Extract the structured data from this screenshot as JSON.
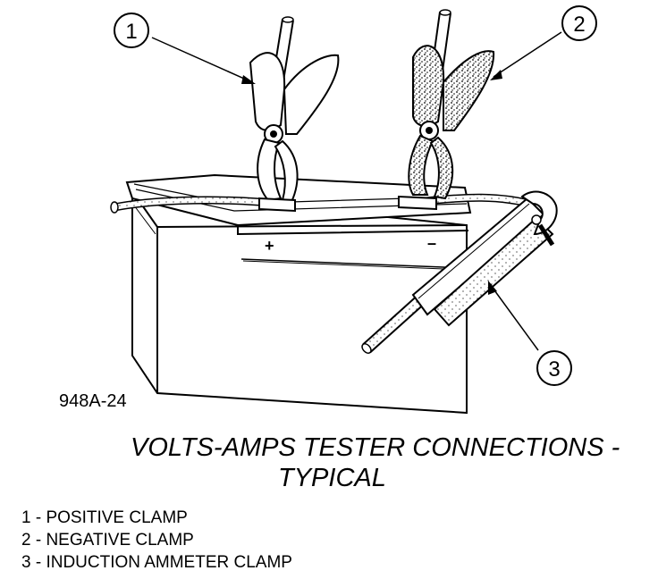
{
  "figure_code": "948A-24",
  "caption": {
    "line1": "VOLTS-AMPS TESTER CONNECTIONS -",
    "line2": "TYPICAL"
  },
  "callouts": [
    "1",
    "2",
    "3"
  ],
  "terminals": {
    "positive": "+",
    "negative": "–"
  },
  "legend": [
    "1 - POSITIVE CLAMP",
    "2 - NEGATIVE CLAMP",
    "3 - INDUCTION AMMETER CLAMP"
  ]
}
